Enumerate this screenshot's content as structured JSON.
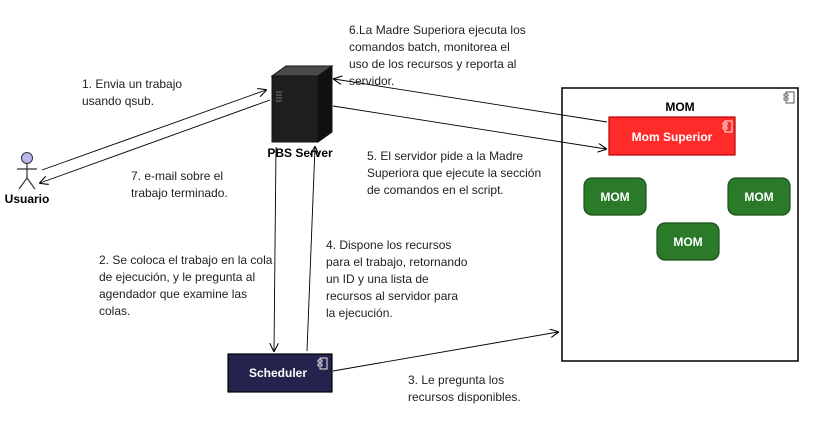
{
  "actors": {
    "user": {
      "label": "Usuario"
    },
    "server": {
      "label": "PBS Server"
    },
    "scheduler": {
      "label": "Scheduler"
    },
    "mom_group": {
      "title": "MOM",
      "superior": "Mom Superior",
      "nodes": [
        "MOM",
        "MOM",
        "MOM"
      ]
    }
  },
  "steps": {
    "s1": [
      "1. Envia un trabajo",
      "usando qsub."
    ],
    "s2": [
      "2. Se coloca el trabajo en la cola",
      "de ejecución, y le pregunta al",
      "agendador que examine las",
      "colas."
    ],
    "s3": [
      "3. Le pregunta los",
      "recursos disponibles."
    ],
    "s4": [
      "4. Dispone los recursos",
      "para el trabajo, retornando",
      "un ID y una lista de",
      "recursos al servidor para",
      "la ejecución."
    ],
    "s5": [
      "5. El servidor pide a la Madre",
      "Superiora que ejecute la sección",
      "de comandos en el script."
    ],
    "s6": [
      "6.La Madre Superiora ejecuta los",
      "comandos batch, monitorea el",
      "uso de los recursos y reporta al",
      "servidor."
    ],
    "s7": [
      "7. e-mail sobre el",
      "trabajo terminado."
    ]
  },
  "colors": {
    "mom_superior": "#ff2b2b",
    "mom_node": "#2a7a2a",
    "scheduler": "#23234d",
    "server": "#1e1e1e",
    "actor": "#b9b9f0"
  }
}
